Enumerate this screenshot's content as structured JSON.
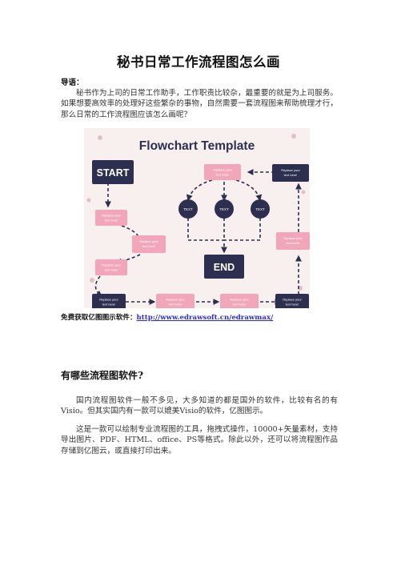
{
  "document": {
    "title": "秘书日常工作流程图怎么画",
    "intro_label": "导语：",
    "paragraph1": "秘书作为上司的日常工作助手，工作职责比较杂，最重要的就是为上司服务。如果想要高效率的处理好这些繁杂的事物，自然需要一套流程图来帮助梳理才行，那么日常的工作流程图应该怎么画呢？",
    "link_prefix": "免费获取亿图图示软件：",
    "link_text": "http://www.edrawsoft.cn/edrawmax/",
    "section_heading": "有哪些流程图软件?",
    "paragraph3": "国内流程图软件一般不多见，大多知道的都是国外的软件，比较有名的有Visio。但其实国内有一款可以媲美Visio的软件，亿图图示。",
    "paragraph4": "这是一款可以绘制专业流程图的工具，拖拽式操作，10000+矢量素材，支持导出图片、PDF、HTML、office、PS等格式。除此以外，还可以将流程图作品存储到亿图云，或直接打印出来。"
  },
  "flowchart": {
    "heading": "Flowchart Template",
    "start_label": "START",
    "end_label": "END",
    "pink_box_text_1": "Replace your",
    "pink_box_text_2": "text here!",
    "circle_label": "TEXT",
    "colors": {
      "navy": "#2c2f4f",
      "pink": "#f1a7b9",
      "background": "#f8f0ee",
      "line": "#2c2f4f",
      "link": "#2a2adf"
    }
  }
}
